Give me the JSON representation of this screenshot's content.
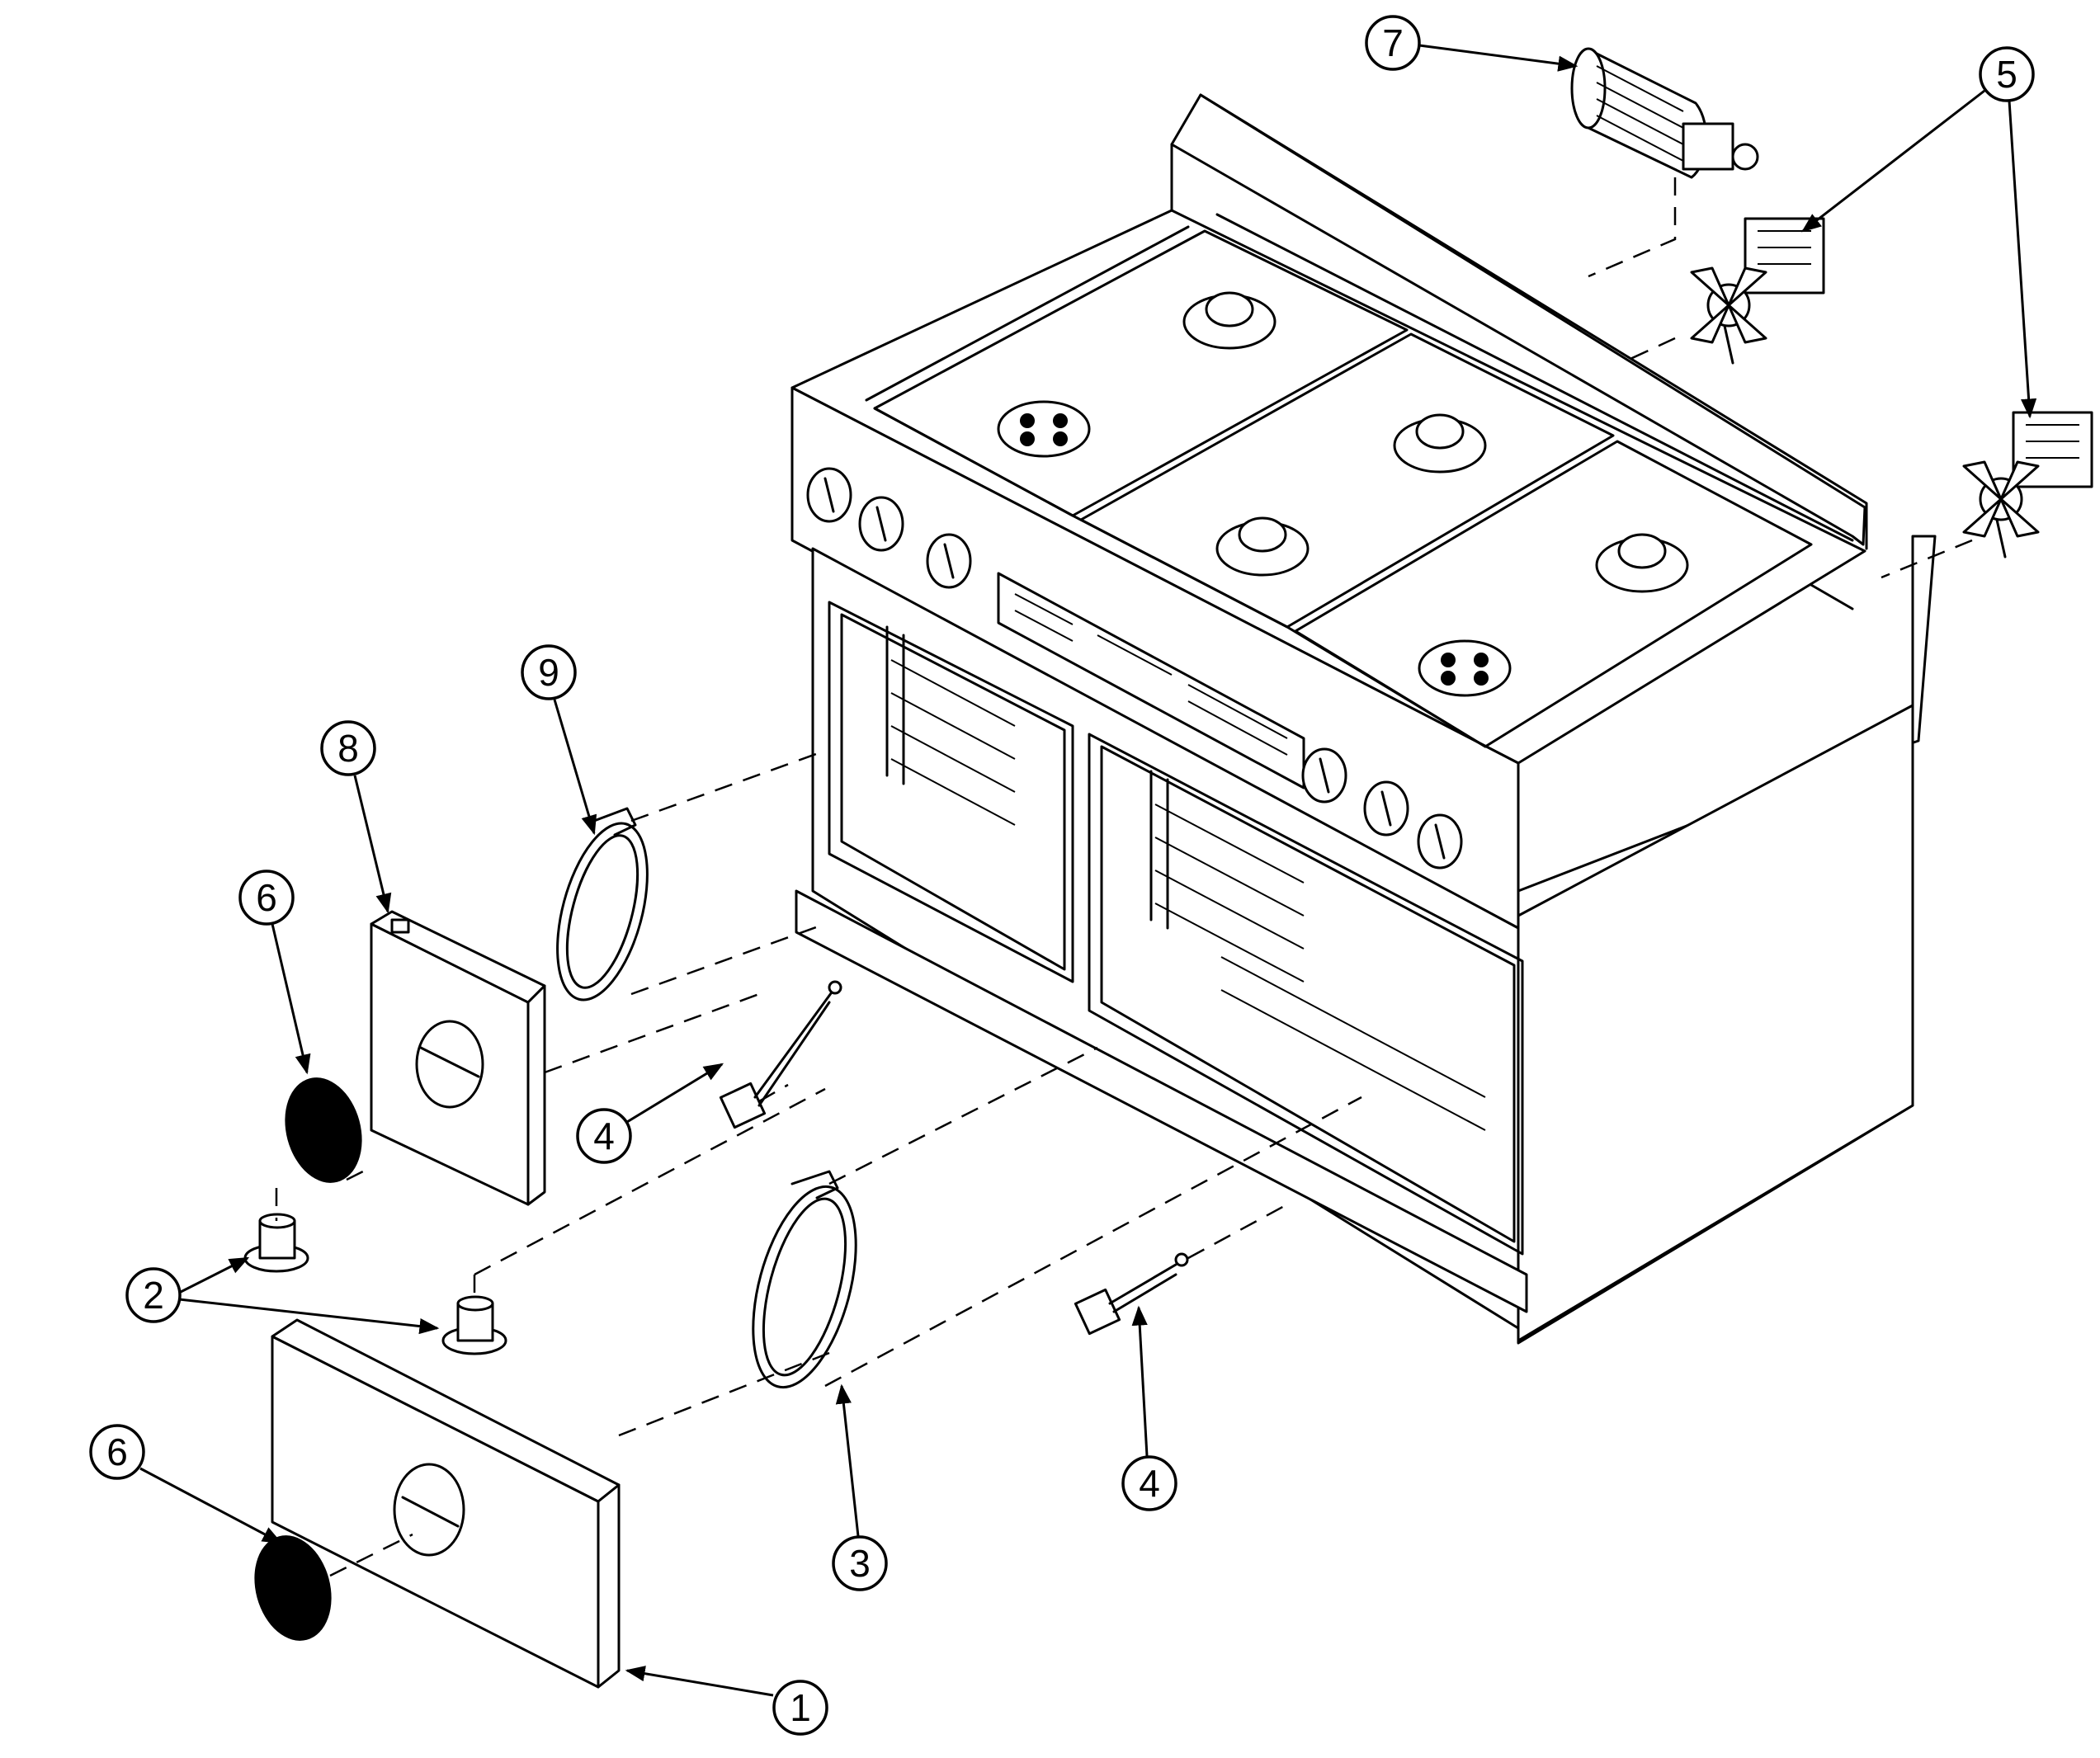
{
  "callouts": [
    {
      "id": "c1",
      "label": "1"
    },
    {
      "id": "c2",
      "label": "2"
    },
    {
      "id": "c3",
      "label": "3"
    },
    {
      "id": "c4a",
      "label": "4"
    },
    {
      "id": "c4b",
      "label": "4"
    },
    {
      "id": "c5",
      "label": "5"
    },
    {
      "id": "c6a",
      "label": "6"
    },
    {
      "id": "c6b",
      "label": "6"
    },
    {
      "id": "c7",
      "label": "7"
    },
    {
      "id": "c8",
      "label": "8"
    },
    {
      "id": "c9",
      "label": "9"
    }
  ]
}
